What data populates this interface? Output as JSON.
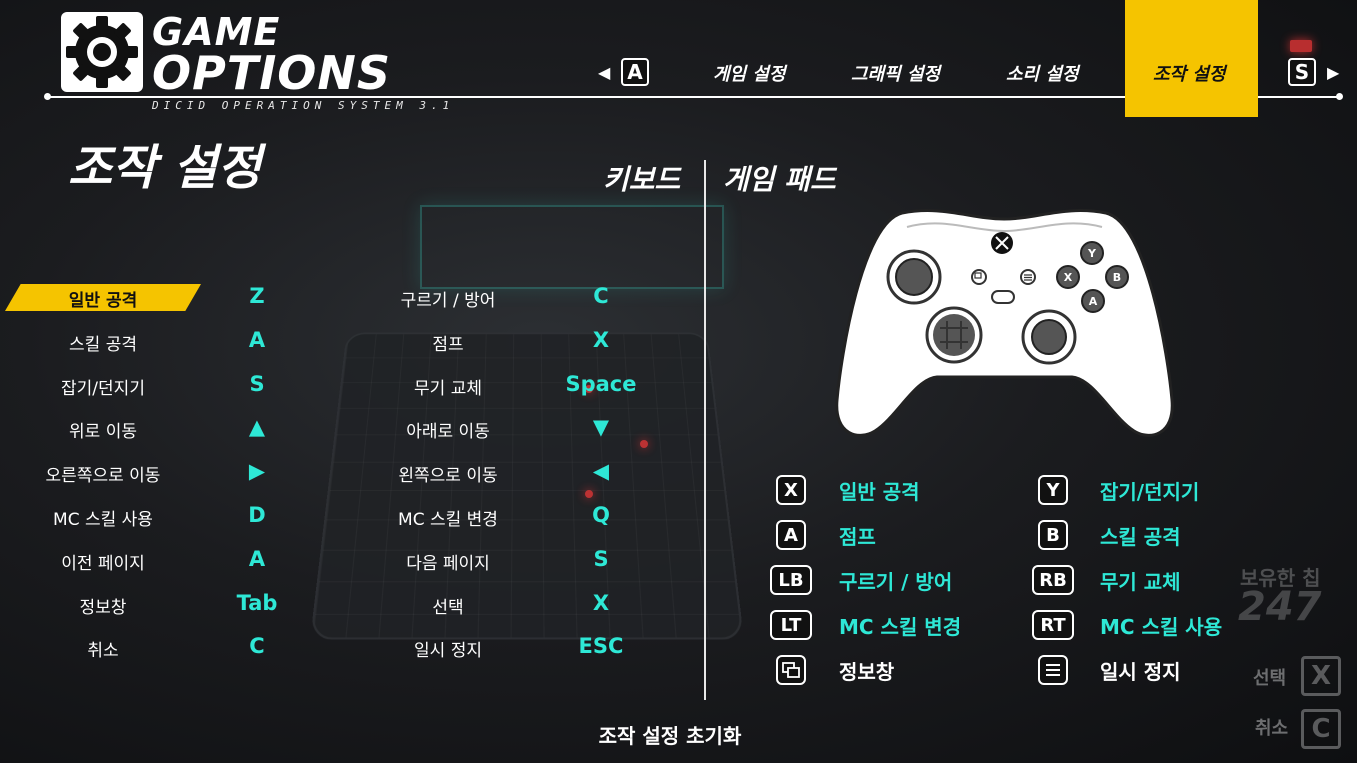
{
  "header": {
    "logo_game": "GAME",
    "logo_options": "OPTIONS",
    "subtitle": "DICID OPERATION SYSTEM 3.1",
    "prev_key": "A",
    "next_key": "S",
    "tabs": [
      {
        "label": "게임 설정",
        "active": false
      },
      {
        "label": "그래픽 설정",
        "active": false
      },
      {
        "label": "소리 설정",
        "active": false
      },
      {
        "label": "조작 설정",
        "active": true
      }
    ]
  },
  "page_title": "조작 설정",
  "keyboard": {
    "heading": "키보드",
    "left": [
      {
        "action": "일반 공격",
        "key": "Z",
        "active": true
      },
      {
        "action": "스킬 공격",
        "key": "A"
      },
      {
        "action": "잡기/던지기",
        "key": "S"
      },
      {
        "action": "위로 이동",
        "key": "▲"
      },
      {
        "action": "오른쪽으로 이동",
        "key": "▶"
      },
      {
        "action": "MC 스킬 사용",
        "key": "D"
      },
      {
        "action": "이전 페이지",
        "key": "A"
      },
      {
        "action": "정보창",
        "key": "Tab"
      },
      {
        "action": "취소",
        "key": "C"
      }
    ],
    "right": [
      {
        "action": "구르기 / 방어",
        "key": "C"
      },
      {
        "action": "점프",
        "key": "X"
      },
      {
        "action": "무기 교체",
        "key": "Space"
      },
      {
        "action": "아래로 이동",
        "key": "▼"
      },
      {
        "action": "왼쪽으로 이동",
        "key": "◀"
      },
      {
        "action": "MC 스킬 변경",
        "key": "Q"
      },
      {
        "action": "다음 페이지",
        "key": "S"
      },
      {
        "action": "선택",
        "key": "X"
      },
      {
        "action": "일시 정지",
        "key": "ESC"
      }
    ]
  },
  "gamepad": {
    "heading": "게임 패드",
    "controller_buttons": {
      "y": "Y",
      "x": "X",
      "b": "B",
      "a": "A"
    },
    "left": [
      {
        "button": "X",
        "label": "일반 공격"
      },
      {
        "button": "A",
        "label": "점프"
      },
      {
        "button": "LB",
        "label": "구르기 / 방어"
      },
      {
        "button": "LT",
        "label": "MC 스킬 변경"
      },
      {
        "button": "view-icon",
        "label": "정보창",
        "white": true
      }
    ],
    "right": [
      {
        "button": "Y",
        "label": "잡기/던지기"
      },
      {
        "button": "B",
        "label": "스킬 공격"
      },
      {
        "button": "RB",
        "label": "무기 교체"
      },
      {
        "button": "RT",
        "label": "MC 스킬 사용"
      },
      {
        "button": "menu-icon",
        "label": "일시 정지",
        "white": true
      }
    ]
  },
  "reset_label": "조작 설정 초기화",
  "hints": {
    "select_label": "선택",
    "select_key": "X",
    "cancel_label": "취소",
    "cancel_key": "C"
  },
  "hud": {
    "chip_label": "보유한 칩",
    "chip_value": "247"
  },
  "colors": {
    "accent": "#f5c400",
    "key_cyan": "#2ee8d6"
  }
}
